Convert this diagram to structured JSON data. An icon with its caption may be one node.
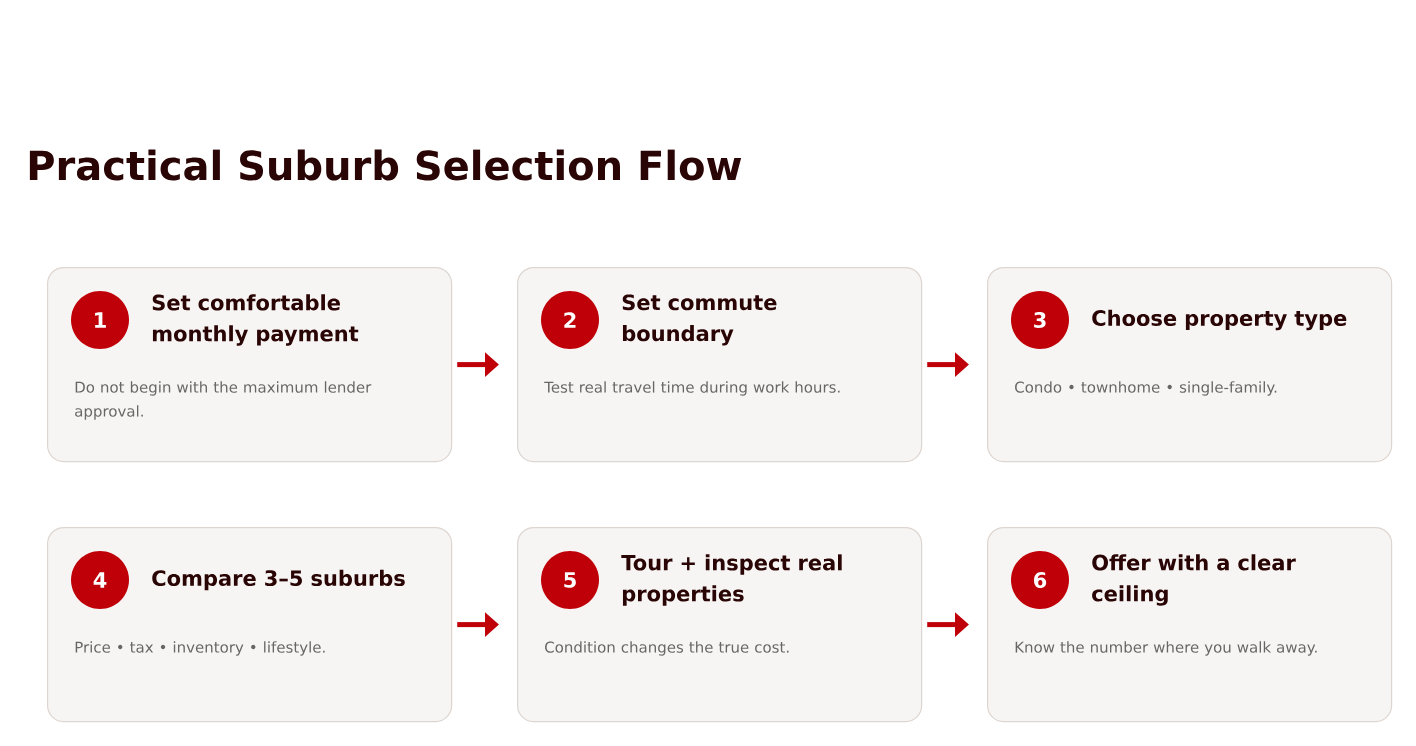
{
  "diagram": {
    "title": "Practical Suburb Selection Flow",
    "nodes": [
      {
        "text": [
          "Set comfortable monthly payment",
          "Do not begin with the maximum lender approval."
        ]
      },
      {
        "text": [
          "1"
        ],
        "in": 0
      },
      {
        "text": [
          "Set commute boundary",
          "Test real travel time during work hours."
        ]
      },
      {
        "text": [
          "2"
        ],
        "in": 2
      },
      {
        "text": [
          "Choose property type",
          "Condo • townhome • single-family."
        ]
      },
      {
        "text": [
          "3"
        ],
        "in": 4
      },
      {
        "text": [
          "Compare 3–5 suburbs",
          "Price • tax • inventory • lifestyle."
        ]
      },
      {
        "text": [
          "4"
        ],
        "in": 6
      },
      {
        "text": [
          "Tour + inspect real properties",
          "Condition changes the true cost."
        ]
      },
      {
        "text": [
          "5"
        ],
        "in": 8
      },
      {
        "text": [
          "Offer with a clear ceiling",
          "Know the number where you walk away."
        ]
      },
      {
        "text": [
          "6"
        ],
        "in": 10
      }
    ],
    "edges": [
      {
        "from": 0,
        "to": 2,
        "arrow": "to"
      },
      {
        "from": 2,
        "to": 4,
        "arrow": "to"
      },
      {
        "from": 6,
        "to": 8,
        "arrow": "to"
      },
      {
        "from": 8,
        "to": 10,
        "arrow": "to"
      }
    ]
  }
}
